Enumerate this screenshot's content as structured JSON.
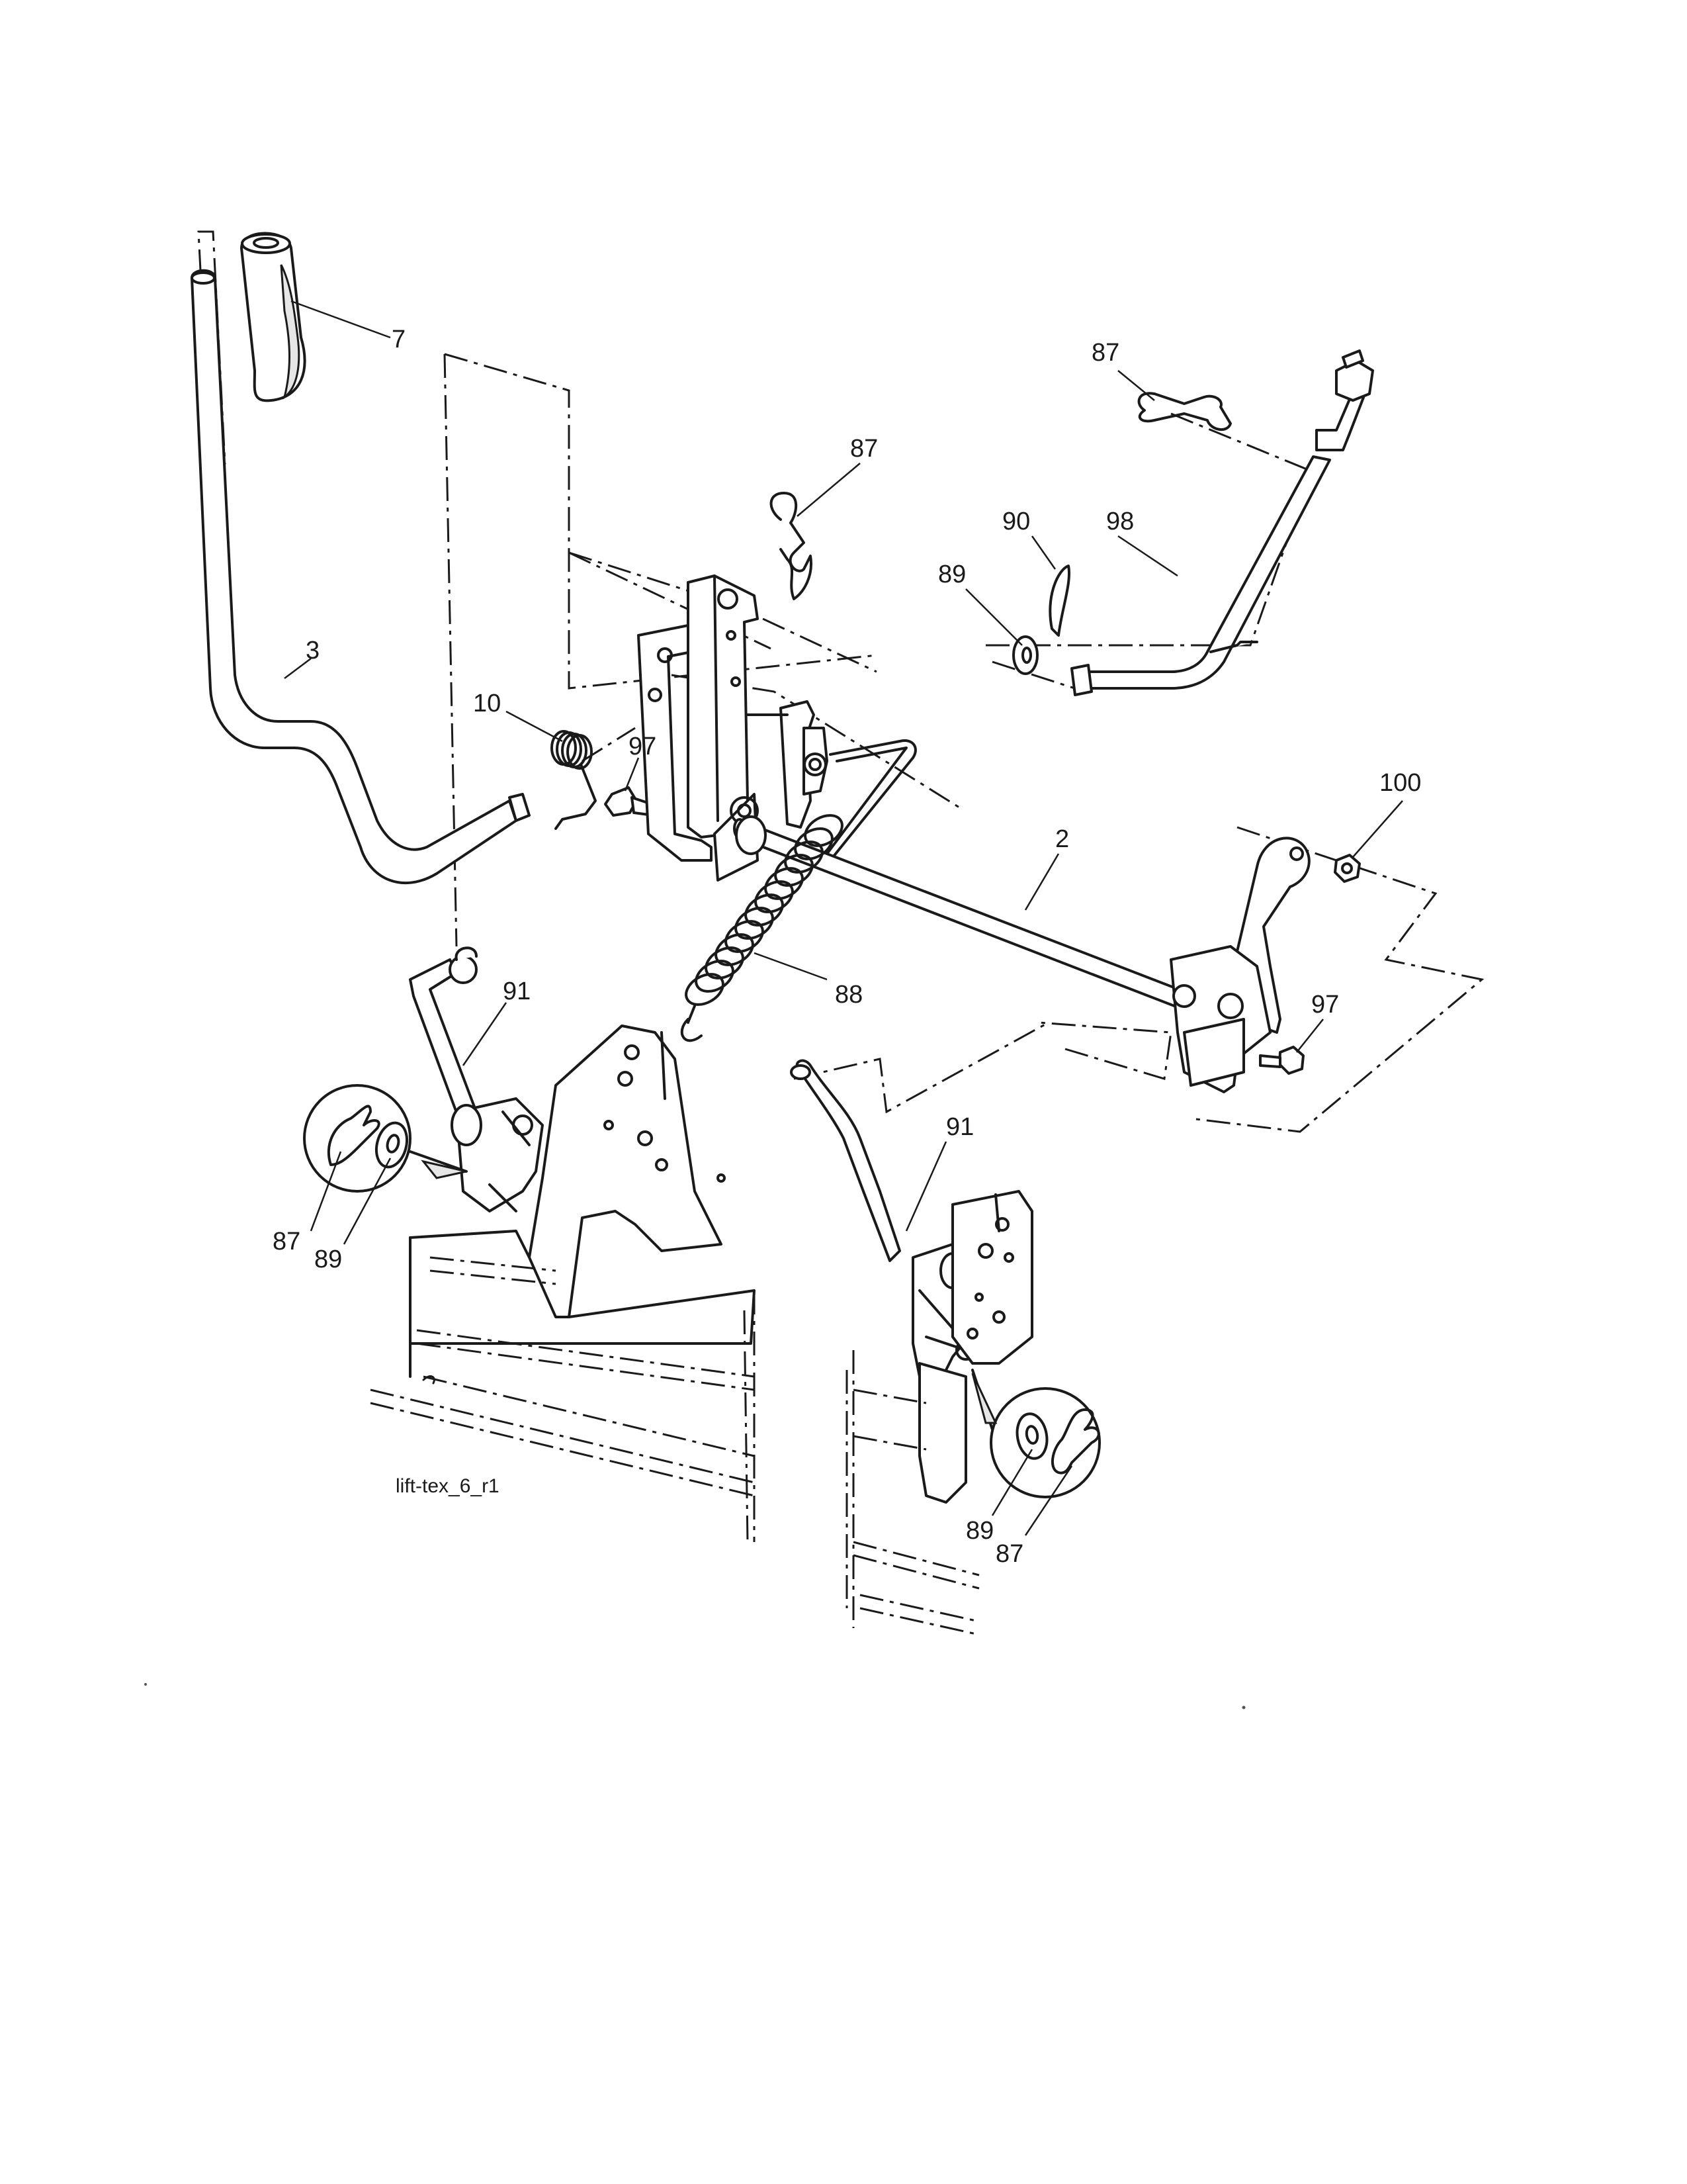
{
  "diagram": {
    "drawing_id": "lift-tex_6_r1",
    "callouts": {
      "handle_grip": "7",
      "lift_lever": "3",
      "spring_small": "10",
      "bolt_left": "97",
      "hairpin_top": "87",
      "hairpin_right": "87",
      "cotter_pin": "90",
      "washer_right": "89",
      "link_rod": "98",
      "nut": "100",
      "lift_shaft": "2",
      "lift_spring": "88",
      "bolt_right": "97",
      "link_left": "91",
      "link_right": "91",
      "detail_left_pin": "87",
      "detail_left_washer": "89",
      "detail_right_washer": "89",
      "detail_right_pin": "87"
    }
  }
}
